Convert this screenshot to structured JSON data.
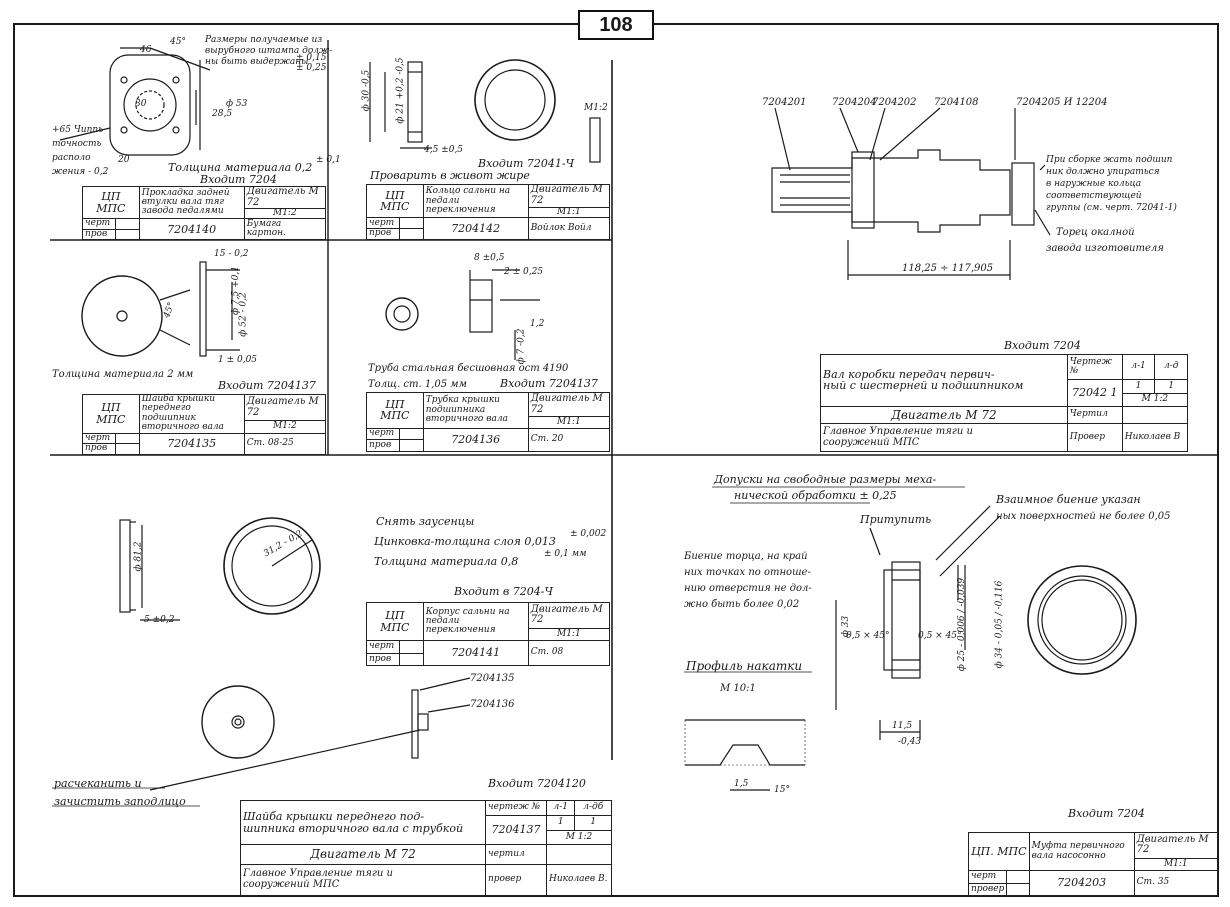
{
  "page_number": "108",
  "colors": {
    "ink": "#1a1a1a",
    "paper": "#ffffff"
  },
  "part_7204140": {
    "note_1": "Размеры получаемые из",
    "note_2": "вырубного штампа долж-",
    "note_3": "ны быть выдержаны",
    "tol_1": "± 0,15",
    "tol_2": "± 0,25",
    "angle": "45°",
    "d46": "46",
    "d30": "30",
    "d285": "28,5",
    "d53": "ф 53",
    "d20": "20",
    "tol_left_1": "+65 Чиппь",
    "tol_left_2": "точность",
    "tol_left_3": "располо",
    "tol_left_4": "жения - 0,2",
    "thickness": "Толщина материала 0,2",
    "thickness_tol": "± 0,1",
    "enters": "Входит 7204",
    "tb": {
      "org": "ЦП МПС",
      "name": "Прокладка задней втулки вала тяг заводa педалями",
      "engine": "Двигатель М 72",
      "num": "7204140",
      "scale": "М1:2",
      "draw": "черт",
      "check": "пров",
      "mat": "Бумага картон."
    }
  },
  "part_7204142": {
    "d30": "ф 30 -0,5",
    "d21": "ф 21 +0,2 -0,5",
    "d45": "4,5 ±0,5",
    "scale": "М1:2",
    "enters": "Входит 72041-Ч",
    "note": "Проварить в живот жире",
    "tb": {
      "org": "ЦП МПС",
      "name": "Кольцо сальни на педали переключения",
      "engine": "Двигатель М 72",
      "num": "7204142",
      "scale": "М1:1",
      "draw": "черт",
      "check": "пров",
      "mat": "Войлок  Войл"
    }
  },
  "part_7204135": {
    "d15": "15 - 0,2",
    "d45": "45°",
    "d75": "ф 7,5 +0,1",
    "d52": "ф 52 - 0,2",
    "t1": "1 ± 0,05",
    "note": "Толщина материала 2 мм",
    "enters": "Входит 7204137",
    "tb": {
      "org": "ЦП МПС",
      "name": "Шайба крышки переднего подшипник вторичного вала",
      "engine": "Двигатель М 72",
      "num": "7204135",
      "scale": "М1:2",
      "draw": "черт",
      "check": "пров",
      "mat": "Ст. 08-25"
    }
  },
  "part_7204136": {
    "d8": "8 ±0,5",
    "d2": "2 ± 0,25",
    "d1": "1,2",
    "d7": "ф 7 -0,2",
    "note_1": "Труба стальная бесшовная ост 4190",
    "note_2": "Толщ. ст. 1,05 мм",
    "enters": "Входит 7204137",
    "tb": {
      "org": "ЦП МПС",
      "name": "Трубка крышки подшипника вторичного вала",
      "engine": "Двигатель М 72",
      "num": "7204136",
      "scale": "М1:1",
      "draw": "черт",
      "check": "пров",
      "mat": "Ст. 20"
    }
  },
  "part_7204201": {
    "labels": [
      "7204201",
      "7204204",
      "7204202",
      "7204108",
      "7204205 И 12204"
    ],
    "note_1": "При сборке жать подшип",
    "note_2": "ник должно упираться",
    "note_3": "в наружные кольца",
    "note_4": "соответствующей",
    "note_5": "группы (см. черт. 72041-1)",
    "note_6": "Торец окалной",
    "note_7": "завода изготовителя",
    "dim": "118,25 ÷ 117,905",
    "enters": "Входит 7204",
    "tb": {
      "name_1": "Вал коробки передач первич-",
      "name_2": "ный с шестерней и подшипником",
      "draw_no_label": "Чертеж №",
      "num": "72042 1",
      "l1": "л-1",
      "l2": "л-д",
      "one": "1",
      "one_b": "1",
      "scale": "М 1:2",
      "engine": "Двигатель М 72",
      "drawn": "Чертил",
      "org_1": "Главное Управление тяги и",
      "org_2": "сооружений МПС",
      "check": "Провер",
      "checker": "Николаев В"
    }
  },
  "part_7204141": {
    "d81": "ф 81,2",
    "d5": "5 ±0,2",
    "d56": "31,2 - 0,2",
    "note_1": "Снять заусенцы",
    "note_2": "Цинковка-толщина слоя 0,013",
    "note_2_tol": "± 0,002",
    "note_3": "Толщина материала 0,8",
    "note_3_tol": "± 0,1 мм",
    "enters": "Входит в 7204-Ч",
    "tb": {
      "org": "ЦП МПС",
      "name": "Корпус сальни на педали переключения",
      "engine": "Двигатель М 72",
      "num": "7204141",
      "scale": "М1:1",
      "draw": "черт",
      "check": "пров",
      "mat": "Ст. 08"
    }
  },
  "part_7204137": {
    "label_a": "7204135",
    "label_b": "7204136",
    "note_1": "расчеканить и",
    "note_2": "зачистить заподлицо",
    "enters": "Входит 7204120",
    "tb": {
      "name_1": "Шайба крышки переднего под-",
      "name_2": "шипника вторичного вала с трубкой",
      "draw_no_label": "чертеж №",
      "num": "7204137",
      "l1": "л-1",
      "l2": "л-дб",
      "one": "1",
      "one_b": "1",
      "scale": "М 1:2",
      "engine": "Двигатель М 72",
      "drawn": "чертил",
      "org_1": "Главное Управление тяги и",
      "org_2": "сооружений МПС",
      "check": "провер",
      "checker": "Николаев В."
    }
  },
  "part_7204203": {
    "tol_1": "Допуски на свободные размеры меха-",
    "tol_2": "нической обработки ± 0,25",
    "blunt": "Притупить",
    "runout_1": "Взаимное биение указан",
    "runout_2": "ных поверхностей не более 0,05",
    "face_1": "Биение торца, на край",
    "face_2": "них точках по отноше-",
    "face_3": "нию отверстия не дол-",
    "face_4": "жно быть более 0,02",
    "profile_1": "Профиль накатки",
    "profile_2": "М 10:1",
    "d33": "ф 33",
    "d45": "0,5 × 45°",
    "d251": "ф 25 - 0,006 / -0,039",
    "d34": "ф 34 - 0,05 / -0,116",
    "d115": "11,5",
    "d043": "-0,43",
    "d15": "1,5",
    "a15": "15°",
    "enters": "Входит 7204",
    "tb": {
      "org": "ЦП. МПС",
      "name": "Муфта первичного вала насосонно",
      "engine": "Двигатель М 72",
      "num": "7204203",
      "scale": "М1:1",
      "draw": "черт",
      "check": "провер",
      "mat": "Ст. 35"
    }
  }
}
